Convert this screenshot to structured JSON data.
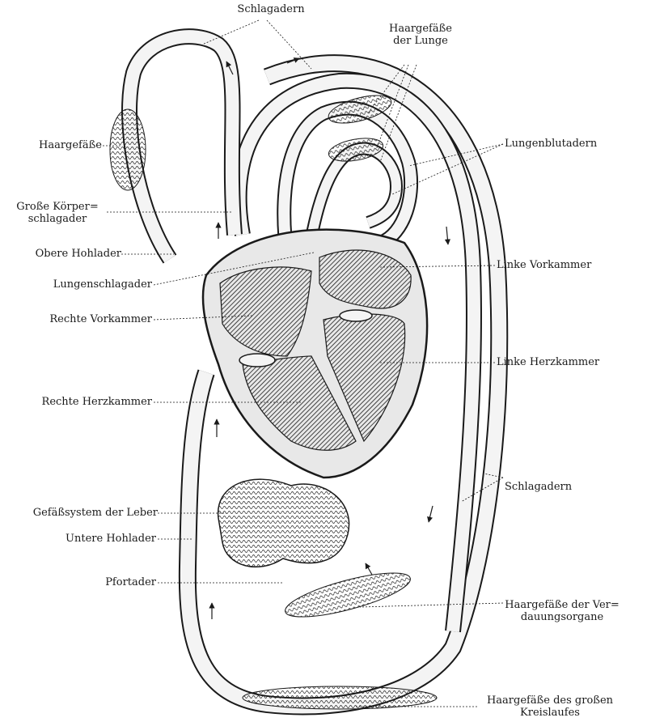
{
  "labels": {
    "schlagadern_top": "Schlagadern",
    "haargefaesse_lunge": "Haargefäße\nder Lunge",
    "haargefaesse": "Haargefäße",
    "lungenblutadern": "Lungenblutadern",
    "grosse_koerperschlagader": "Große Körper=\nschlagader",
    "obere_hohlader": "Obere Hohlader",
    "linke_vorkammer": "Linke Vorkammer",
    "lungenschlagader": "Lungenschlagader",
    "rechte_vorkammer": "Rechte Vorkammer",
    "linke_herzkammer": "Linke Herzkammer",
    "rechte_herzkammer": "Rechte Herzkammer",
    "schlagadern_right": "Schlagadern",
    "gefaesssystem_leber": "Gefäßsystem der Leber",
    "untere_hohlader": "Untere Hohlader",
    "pfortader": "Pfortader",
    "haargefaesse_verdauung": "Haargefäße der Ver=\ndauungsorgane",
    "haargefaesse_kreislauf": "Haargefäße des großen\nKreislaufes"
  },
  "colors": {
    "ink": "#1a1a1a",
    "chamber_fill": "#2e2e2e",
    "vessel_fill": "#f4f4f4"
  }
}
